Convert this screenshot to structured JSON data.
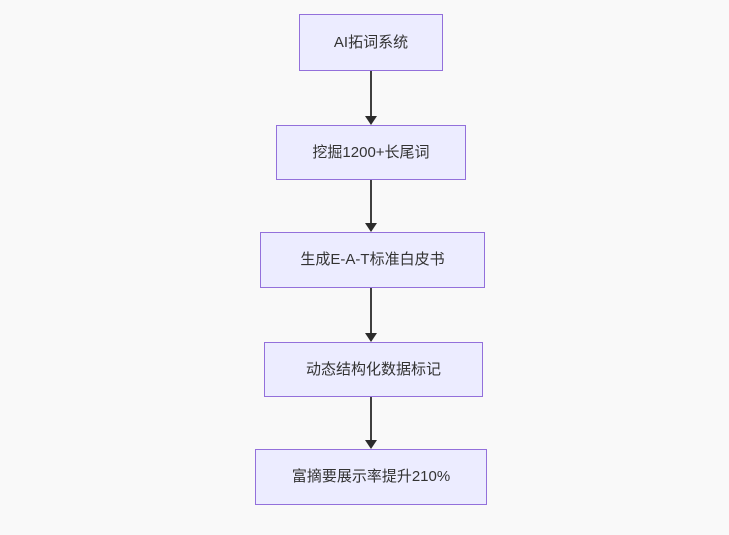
{
  "diagram": {
    "type": "flowchart",
    "direction": "top-down",
    "nodes": [
      {
        "id": "step-1",
        "label": "AI拓词系统"
      },
      {
        "id": "step-2",
        "label": "挖掘1200+长尾词"
      },
      {
        "id": "step-3",
        "label": "生成E-A-T标准白皮书"
      },
      {
        "id": "step-4",
        "label": "动态结构化数据标记"
      },
      {
        "id": "step-5",
        "label": "富摘要展示率提升210%"
      }
    ],
    "edges": [
      {
        "from": "step-1",
        "to": "step-2",
        "style": "arrow-down"
      },
      {
        "from": "step-2",
        "to": "step-3",
        "style": "arrow-down"
      },
      {
        "from": "step-3",
        "to": "step-4",
        "style": "arrow-down"
      },
      {
        "from": "step-4",
        "to": "step-5",
        "style": "arrow-down"
      }
    ],
    "colors": {
      "background": "#F9F9F9",
      "node_fill": "#ECECFF",
      "node_border": "#9370DB",
      "node_text": "#333333",
      "edge_stroke": "#3F3F3F"
    }
  }
}
